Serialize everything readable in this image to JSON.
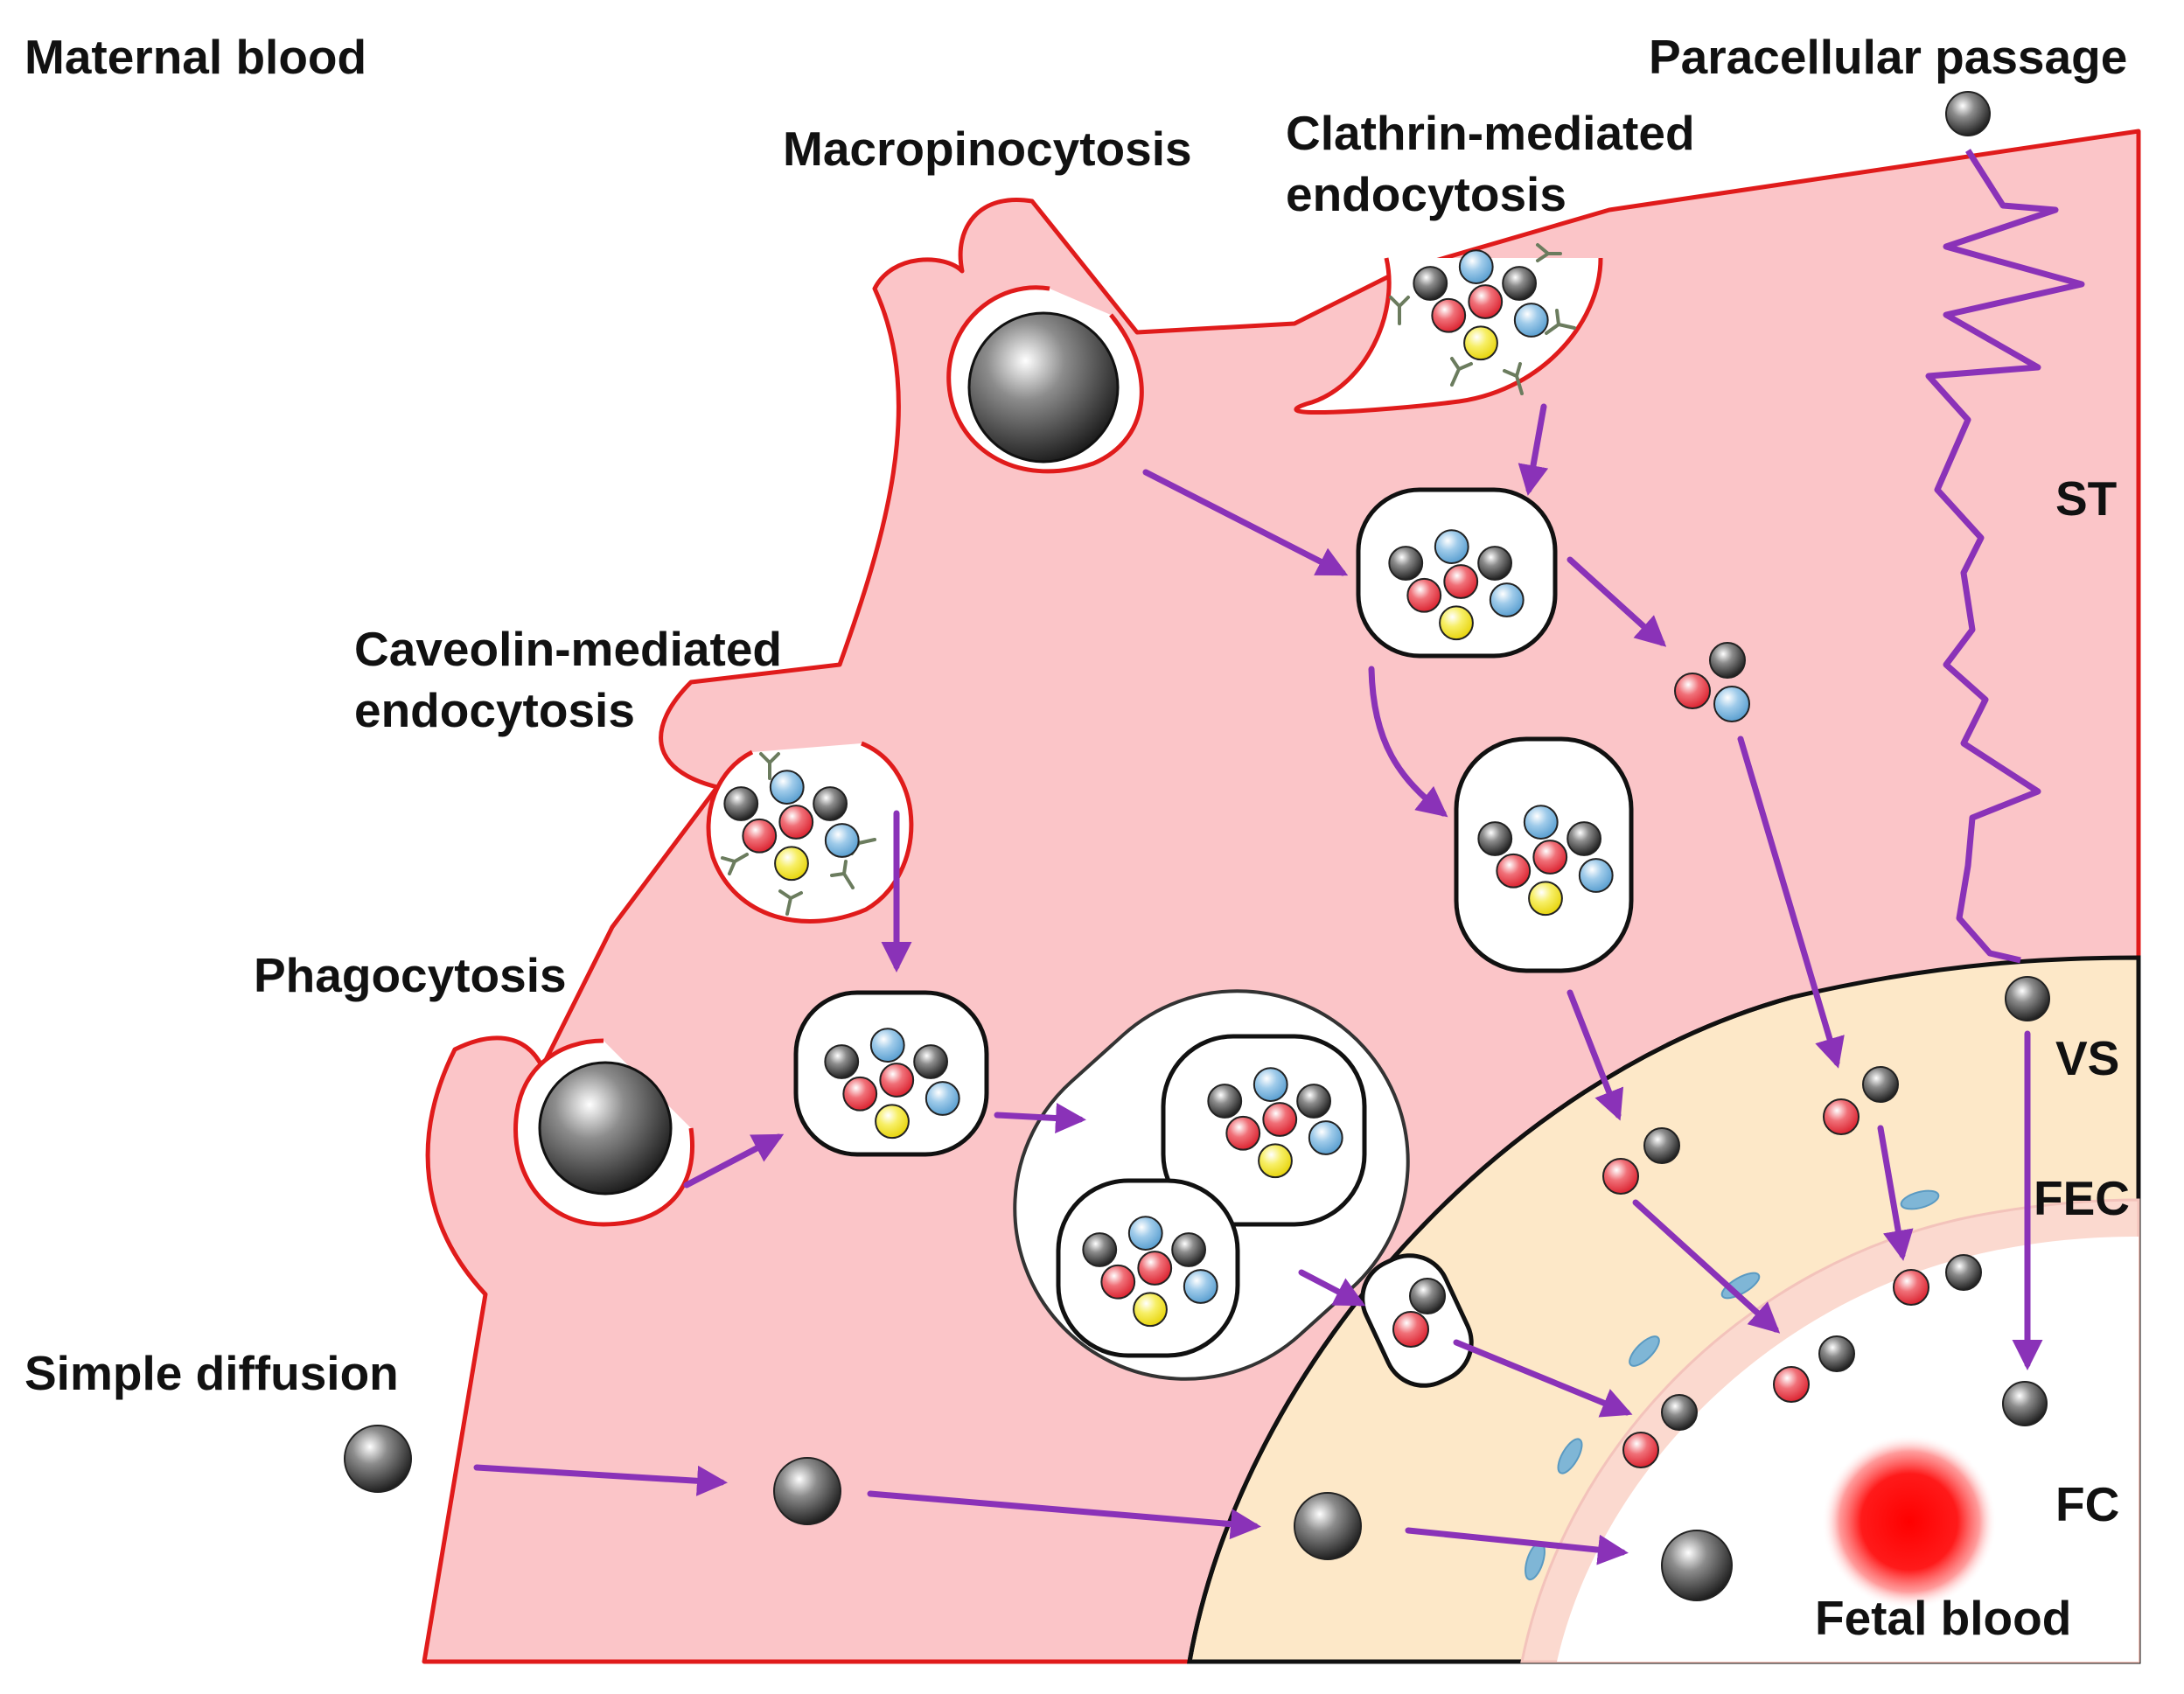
{
  "labels": {
    "maternal_blood": "Maternal blood",
    "paracellular_passage": "Paracellular passage",
    "macropinocytosis": "Macropinocytosis",
    "clathrin_line1": "Clathrin-mediated",
    "clathrin_line2": "endocytosis",
    "caveolin_line1": "Caveolin-mediated",
    "caveolin_line2": "endocytosis",
    "phagocytosis": "Phagocytosis",
    "simple_diffusion": "Simple diffusion",
    "st": "ST",
    "vs": "VS",
    "fec": "FEC",
    "fc": "FC",
    "fetal_blood": "Fetal blood"
  },
  "colors": {
    "syncytio_fill": "#fbc5c8",
    "membrane": "#e01b1b",
    "villous_stroma": "#fde8c8",
    "arrow": "#8a32b8",
    "particle_black": "#2a2a2a",
    "particle_red": "#e8303c",
    "particle_blue": "#6aaedc",
    "particle_yellow": "#f2e30e",
    "endothelial_nucleus": "#7fb6d6",
    "fetal_blood_cell": "#ff0000"
  }
}
